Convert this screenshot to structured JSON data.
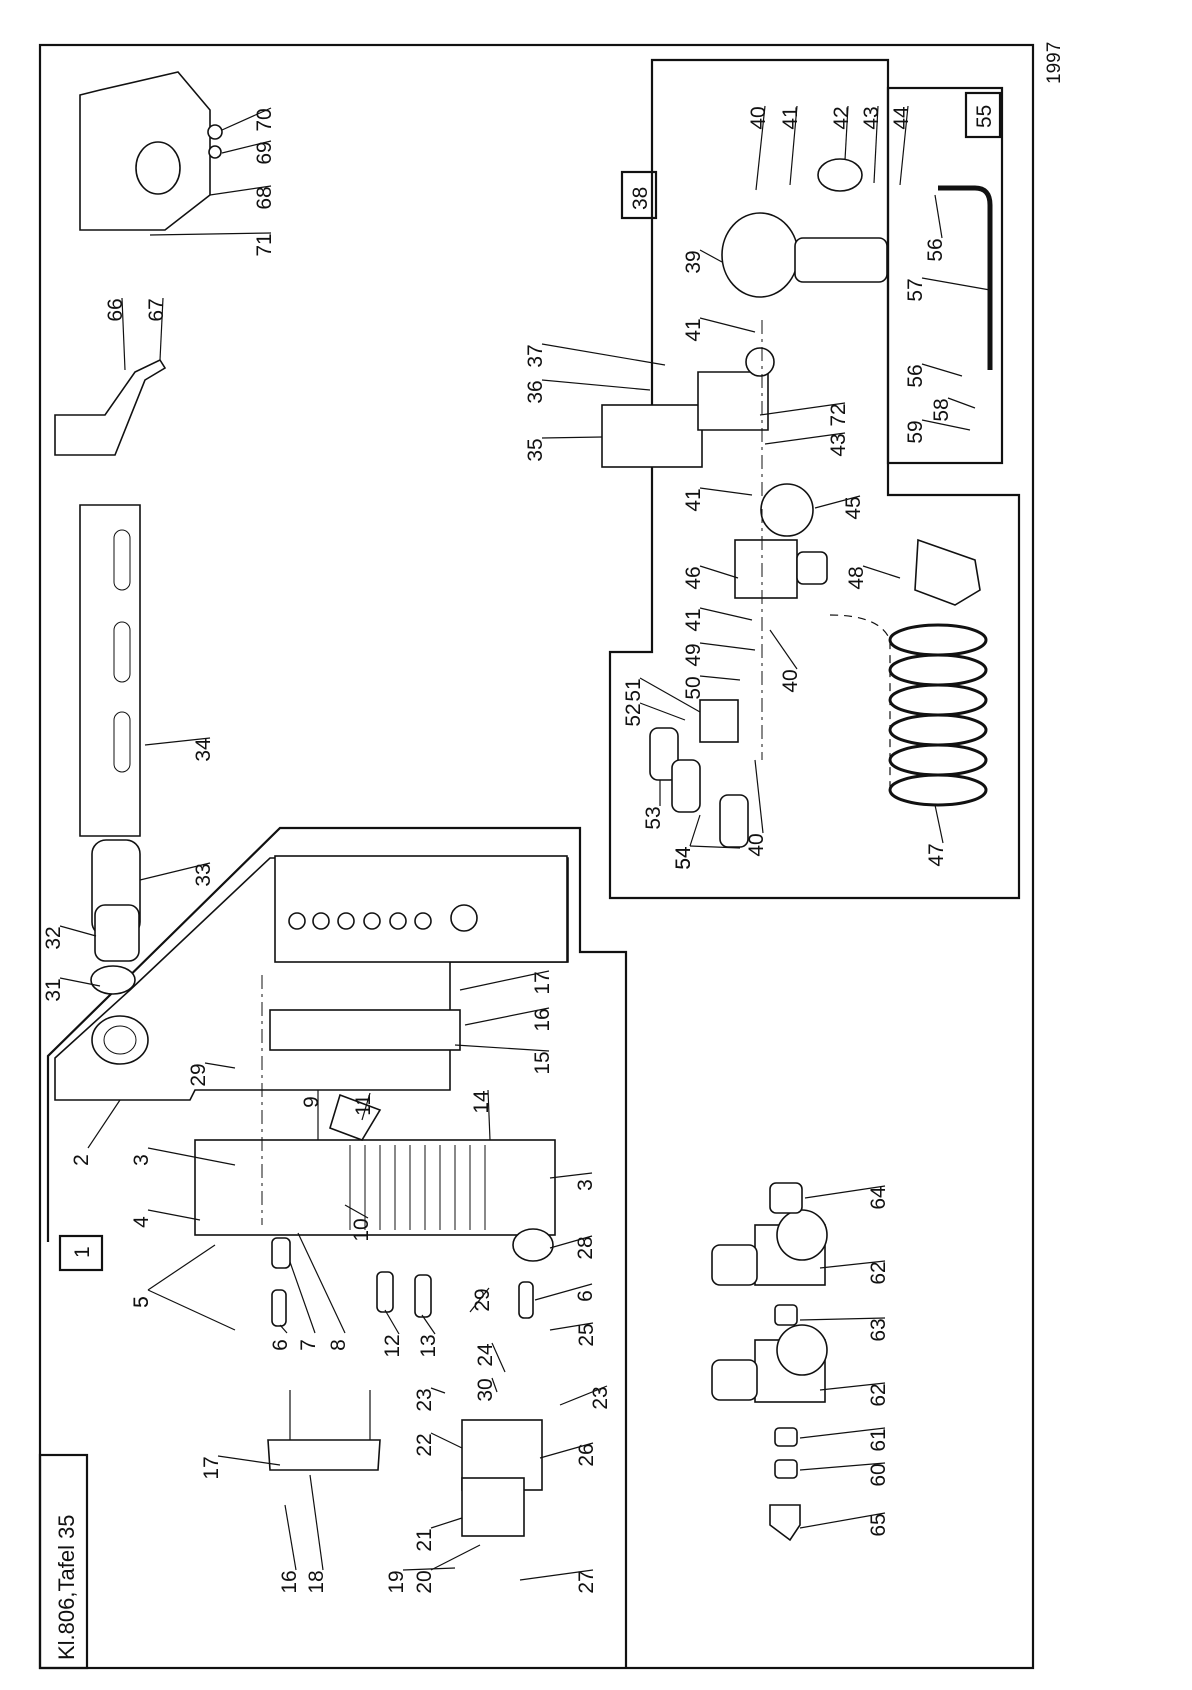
{
  "year": "1997",
  "title_block": "Kl.806,Tafel  35",
  "group_labels": [
    "1",
    "38",
    "55"
  ],
  "part_numbers": [
    "2",
    "3",
    "4",
    "5",
    "6",
    "7",
    "8",
    "9",
    "10",
    "11",
    "12",
    "13",
    "14",
    "15",
    "16",
    "17",
    "18",
    "19",
    "20",
    "21",
    "22",
    "23",
    "24",
    "25",
    "26",
    "27",
    "28",
    "29",
    "30",
    "31",
    "32",
    "33",
    "34",
    "35",
    "36",
    "37",
    "39",
    "40",
    "41",
    "42",
    "43",
    "44",
    "45",
    "46",
    "47",
    "48",
    "49",
    "50",
    "51",
    "52",
    "53",
    "54",
    "56",
    "57",
    "58",
    "59",
    "60",
    "61",
    "62",
    "63",
    "64",
    "65",
    "66",
    "67",
    "68",
    "69",
    "70",
    "71",
    "72"
  ]
}
